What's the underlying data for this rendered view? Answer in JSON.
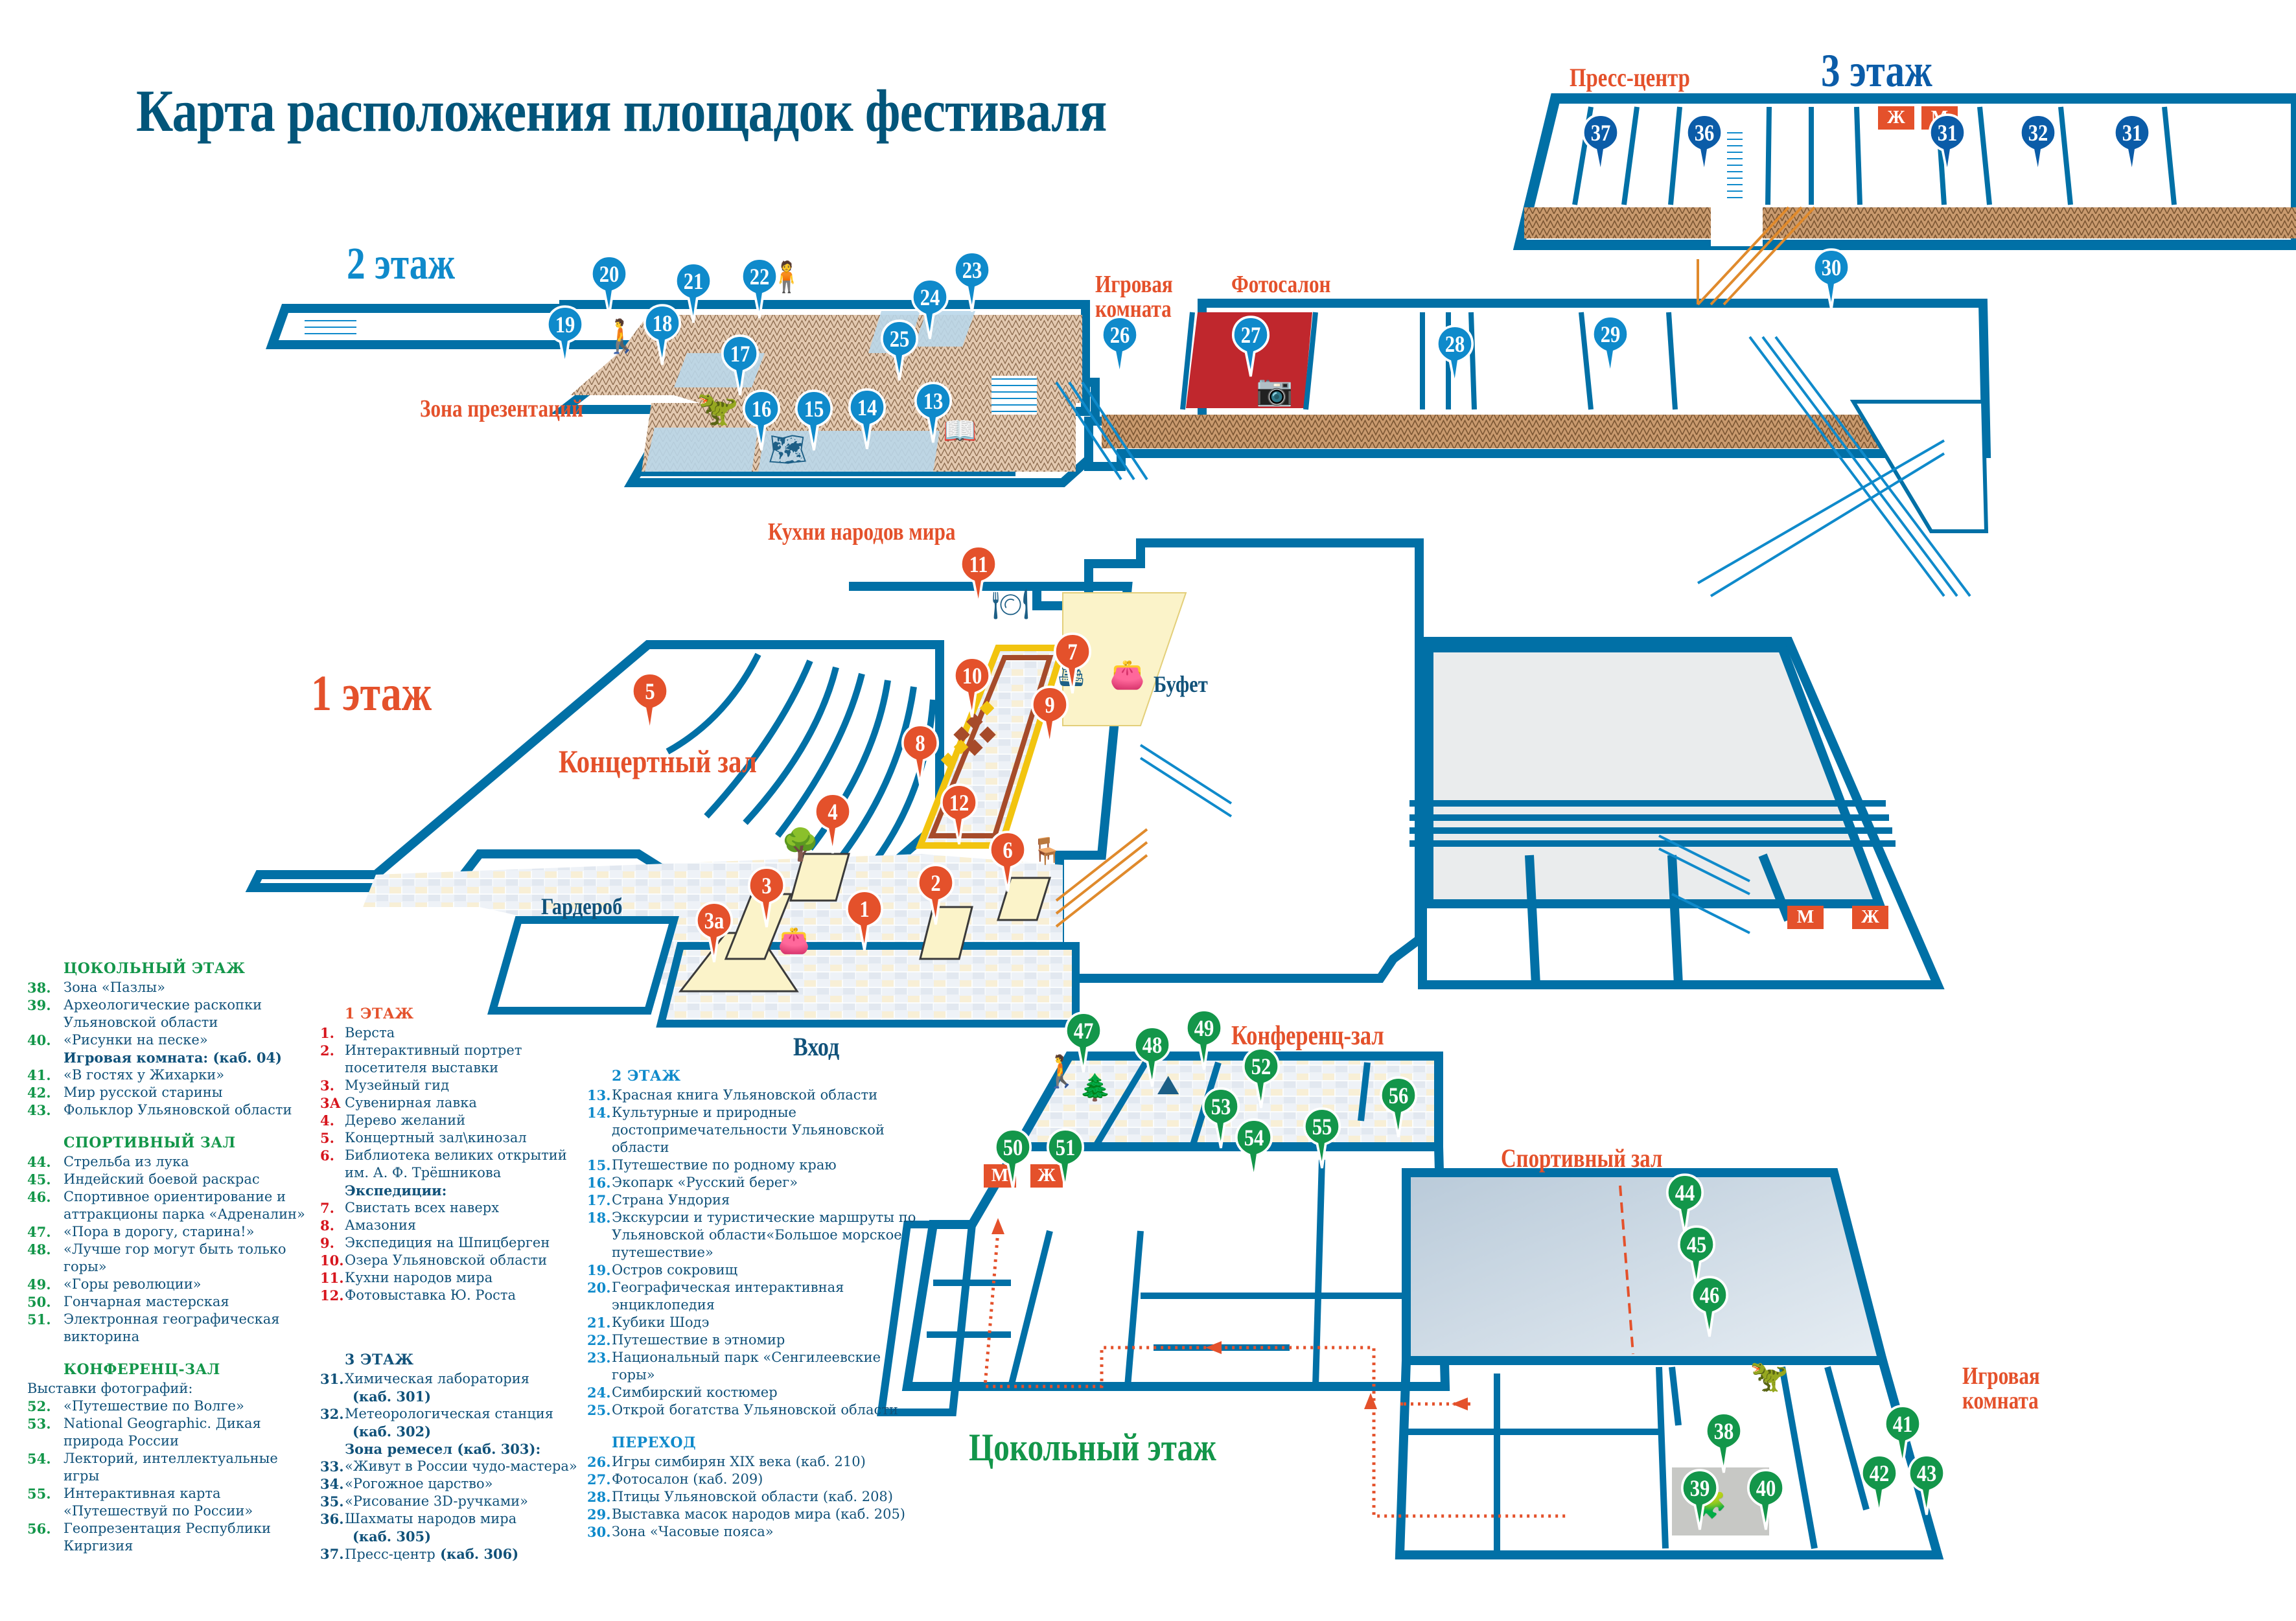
{
  "title": "Карта расположения площадок фестиваля",
  "colors": {
    "wall": "#0170a6",
    "title": "#02557a",
    "floor1_accent": "#e4512b",
    "floor2_accent": "#0f8acb",
    "floor3_accent": "#0b5ca8",
    "basement_accent": "#13964a",
    "photosalon_fill": "#c0272d",
    "parquet": "#c99a6e",
    "tile": "#eef2f6",
    "sports_hall": "#c7d6e3"
  },
  "floors": {
    "floor3": {
      "label": "3 этаж"
    },
    "floor2": {
      "label": "2 этаж"
    },
    "floor1": {
      "label": "1 этаж"
    },
    "basement": {
      "label": "Цокольный этаж"
    }
  },
  "map_labels": {
    "press_center": "Пресс-центр",
    "game_room_2": "Игровая комната",
    "photosalon": "Фотосалон",
    "presentation_zone": "Зона презентаций",
    "world_cuisines": "Кухни народов мира",
    "concert_hall": "Концертный зал",
    "buffet": "Буфет",
    "cloakroom": "Гардероб",
    "entrance": "Вход",
    "conference_hall": "Конференц-зал",
    "sports_hall": "Спортивный зал",
    "game_room_b": "Игровая комната",
    "wc_men": "М",
    "wc_women": "Ж"
  },
  "pins": {
    "floor3": [
      "37",
      "36",
      "31",
      "32",
      "31"
    ],
    "floor2": [
      "19",
      "20",
      "18",
      "21",
      "17",
      "22",
      "16",
      "15",
      "14",
      "13",
      "25",
      "24",
      "23",
      "26",
      "27",
      "28",
      "29",
      "30"
    ],
    "floor1": [
      "11",
      "5",
      "10",
      "7",
      "9",
      "8",
      "12",
      "4",
      "6",
      "3",
      "2",
      "1",
      "3а"
    ],
    "basement": [
      "47",
      "48",
      "49",
      "50",
      "51",
      "52",
      "53",
      "54",
      "55",
      "56",
      "44",
      "45",
      "46",
      "38",
      "39",
      "40",
      "41",
      "42",
      "43"
    ]
  },
  "legend": {
    "basement": {
      "header": "ЦОКОЛЬНЫЙ ЭТАЖ",
      "items": [
        {
          "num": "38.",
          "text": "Зона «Пазлы»"
        },
        {
          "num": "39.",
          "text": "Археологические раскопки Ульяновской области"
        },
        {
          "num": "40.",
          "text": "«Рисунки на песке»"
        },
        {
          "num": "",
          "text": "Игровая комната: (каб. 04)",
          "sub": true
        },
        {
          "num": "41.",
          "text": "«В гостях у Жихарки»"
        },
        {
          "num": "42.",
          "text": "Мир русской старины"
        },
        {
          "num": "43.",
          "text": "Фольклор Ульяновской области"
        }
      ]
    },
    "sports": {
      "header": "СПОРТИВНЫЙ ЗАЛ",
      "items": [
        {
          "num": "44.",
          "text": "Стрельба из лука"
        },
        {
          "num": "45.",
          "text": "Индейский боевой раскрас"
        },
        {
          "num": "46.",
          "text": "Спортивное ориентирование и аттракционы парка «Адреналин»"
        },
        {
          "num": "47.",
          "text": "«Пора в дорогу, старина!»"
        },
        {
          "num": "48.",
          "text": "«Лучше гор могут быть только горы»"
        },
        {
          "num": "49.",
          "text": "«Горы революции»"
        },
        {
          "num": "50.",
          "text": "Гончарная мастерская"
        },
        {
          "num": "51.",
          "text": "Электронная географическая викторина"
        }
      ]
    },
    "conference": {
      "header": "КОНФЕРЕНЦ-ЗАЛ",
      "intro": "Выставки фотографий:",
      "items": [
        {
          "num": "52.",
          "text": "«Путешествие по Волге»"
        },
        {
          "num": "53.",
          "text": "National Geographic.  Дикая природа России"
        },
        {
          "num": "54.",
          "text": "Лекторий, интеллектуальные игры"
        },
        {
          "num": "55.",
          "text": "Интерактивная карта «Путешествуй по России»"
        },
        {
          "num": "56.",
          "text": "Геопрезентация Республики Киргизия"
        }
      ]
    },
    "floor1": {
      "header": "1 ЭТАЖ",
      "items": [
        {
          "num": "1.",
          "text": "Верста"
        },
        {
          "num": "2.",
          "text": "Интерактивный портрет посетителя выставки"
        },
        {
          "num": "3.",
          "text": "Музейный гид"
        },
        {
          "num": "3А",
          "text": "Сувенирная лавка"
        },
        {
          "num": "4.",
          "text": "Дерево желаний"
        },
        {
          "num": "5.",
          "text": "Концертный зал\\кинозал"
        },
        {
          "num": "6.",
          "text": "Библиотека великих открытий им. А. Ф. Трёшникова"
        },
        {
          "num": "",
          "text": "Экспедиции:",
          "sub": true
        },
        {
          "num": "7.",
          "text": "Свистать всех наверх"
        },
        {
          "num": "8.",
          "text": "Амазония"
        },
        {
          "num": "9.",
          "text": "Экспедиция на Шпицберген"
        },
        {
          "num": "10.",
          "text": "Озера Ульяновской области"
        },
        {
          "num": "11.",
          "text": "Кухни народов мира"
        },
        {
          "num": "12.",
          "text": "Фотовыставка Ю. Роста"
        }
      ]
    },
    "floor3": {
      "header": "3 ЭТАЖ",
      "items": [
        {
          "num": "31.",
          "text": "Химическая лаборатория",
          "room": "(каб. 301)"
        },
        {
          "num": "32.",
          "text": "Метеорологическая станция",
          "room": "(каб. 302)"
        },
        {
          "num": "",
          "text": "Зона ремесел (каб. 303):",
          "sub": true
        },
        {
          "num": "33.",
          "text": "«Живут в России чудо-мастера»"
        },
        {
          "num": "34.",
          "text": "«Рогожное царство»"
        },
        {
          "num": "35.",
          "text": "«Рисование 3D-ручками»"
        },
        {
          "num": "36.",
          "text": "Шахматы народов мира",
          "room": "(каб. 305)"
        },
        {
          "num": "37.",
          "text": "Пресс-центр",
          "room_inline": "(каб. 306)"
        }
      ]
    },
    "floor2": {
      "header": "2 ЭТАЖ",
      "items": [
        {
          "num": "13.",
          "text": "Красная книга Ульяновской области"
        },
        {
          "num": "14.",
          "text": "Культурные и природные достопримечательности Ульяновской области"
        },
        {
          "num": "15.",
          "text": "Путешествие по родному краю"
        },
        {
          "num": "16.",
          "text": "Экопарк «Русский берег»"
        },
        {
          "num": "17.",
          "text": "Страна Ундория"
        },
        {
          "num": "18.",
          "text": "Экскурсии и туристические маршруты по Ульяновской области«Большое морское путешествие»"
        },
        {
          "num": "19.",
          "text": "Остров сокровищ"
        },
        {
          "num": "20.",
          "text": "Географическая интерактивная энциклопедия"
        },
        {
          "num": "21.",
          "text": "Кубики Шодэ"
        },
        {
          "num": "22.",
          "text": "Путешествие в этномир"
        },
        {
          "num": "23.",
          "text": "Национальный парк «Сенгилеевские горы»"
        },
        {
          "num": "24.",
          "text": "Симбирский костюмер"
        },
        {
          "num": "25.",
          "text": "Открой богатства Ульяновской области"
        }
      ]
    },
    "transition": {
      "header": "ПЕРЕХОД",
      "items": [
        {
          "num": "26.",
          "text": "Игры симбирян XIX века (каб. 210)"
        },
        {
          "num": "27.",
          "text": "Фотосалон (каб. 209)"
        },
        {
          "num": "28.",
          "text": "Птицы Ульяновской области (каб. 208)"
        },
        {
          "num": "29.",
          "text": "Выставка масок народов мира (каб. 205)"
        },
        {
          "num": "30.",
          "text": "Зона «Часовые пояса»"
        }
      ]
    }
  }
}
